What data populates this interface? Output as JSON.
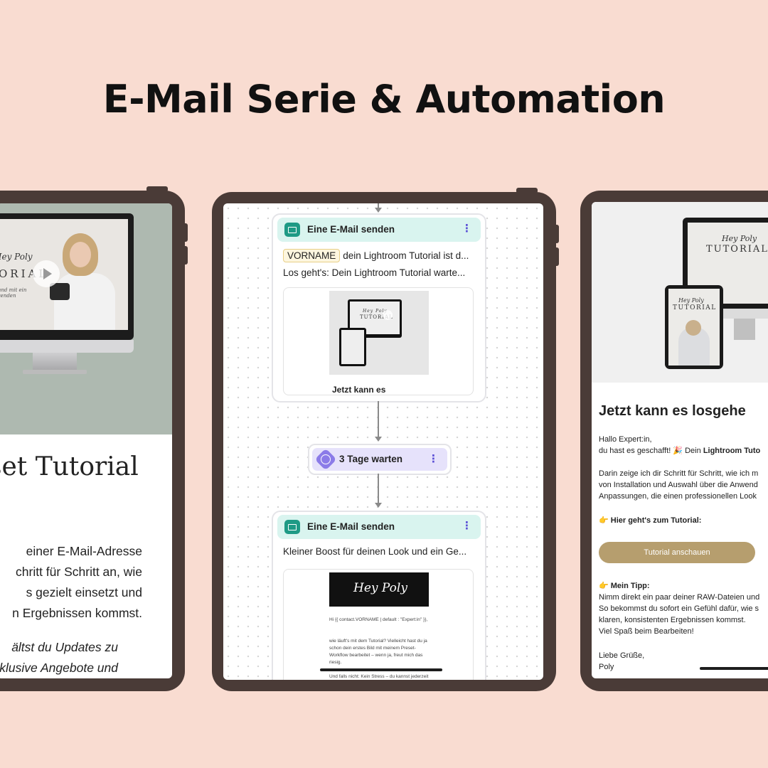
{
  "headline": "E-Mail Serie & Automation",
  "left_tablet": {
    "mockup_script": "Hey Poly",
    "mockup_title": "TORIAL",
    "mockup_subtitle": "en und mit ein anwenden",
    "heading": "set Tutorial",
    "body_lines": [
      "einer E-Mail-Adresse",
      "chritt für Schritt an, wie",
      "s gezielt einsetzt und",
      "n Ergebnissen kommst."
    ],
    "italic_lines": [
      "ältst du Updates zu",
      "xklusive Angebote und"
    ]
  },
  "middle_tablet": {
    "node1": {
      "title": "Eine E-Mail senden",
      "variable": "VORNAME",
      "subject": "dein Lightroom Tutorial ist d...",
      "preheader": "Los geht's: Dein Lightroom Tutorial warte...",
      "preview_script": "Hey Poly",
      "preview_title": "TUTORIAL",
      "preview_cut": "Jetzt kann es"
    },
    "wait": {
      "label": "3 Tage warten"
    },
    "node2": {
      "title": "Eine E-Mail senden",
      "subject": "Kleiner Boost für deinen Look und ein Ge...",
      "logo": "Hey Poly",
      "preview_text_1": "Hi {{ contact.VORNAME | default : \"Expert:in\" }},",
      "preview_text_2": "wie läuft's mit dem Tutorial? Vielleicht hast du ja schon dein erstes Bild mit meinem Preset-Workflow bearbeitet – wenn ja, freut mich das riesig.",
      "preview_text_3": "Und falls nicht: Kein Stress – du kannst jederzeit"
    }
  },
  "right_tablet": {
    "mockup_script": "Hey Poly",
    "mockup_title": "TUTORIAL",
    "heading": "Jetzt kann es losgehe",
    "greeting_1": "Hallo Expert:in,",
    "greeting_2_a": "du hast es geschafft! 🎉 Dein ",
    "greeting_2_b": "Lightroom Tuto",
    "para_1": "Darin zeige ich dir Schritt für Schritt, wie ich m",
    "para_2": "von Installation und Auswahl über die Anwend",
    "para_3": "Anpassungen, die einen professionellen Look",
    "cta_intro": "👉 Hier geht's zum Tutorial:",
    "button": "Tutorial anschauen",
    "tip_title": "👉 Mein Tipp:",
    "tip_1": "Nimm direkt ein paar deiner RAW-Dateien und",
    "tip_2": "So bekommst du sofort ein Gefühl dafür, wie s",
    "tip_3": "klaren, konsistenten Ergebnissen kommst.",
    "tip_4": "Viel Spaß beim Bearbeiten!",
    "closing": "Liebe Grüße,",
    "signature": "Poly"
  }
}
